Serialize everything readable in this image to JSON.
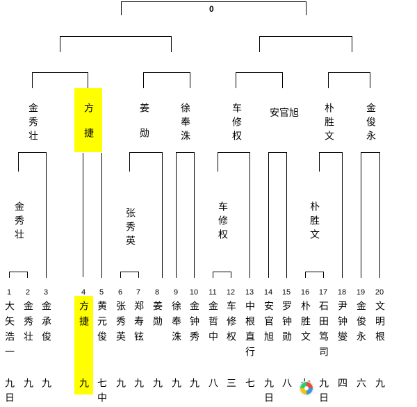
{
  "final": {
    "score": "0"
  },
  "round3": [
    {
      "name": "金秀壮"
    },
    {
      "name": "方捷"
    },
    {
      "name": "姜勋"
    },
    {
      "name": "徐奉洙"
    },
    {
      "name": "车修权"
    },
    {
      "name": "安官旭"
    },
    {
      "name": "朴胜文"
    },
    {
      "name": "金俊永"
    }
  ],
  "round2": [
    {
      "name": "金秀壮"
    },
    {
      "name": "张秀英"
    },
    {
      "name": "车修权"
    },
    {
      "name": "朴胜文"
    }
  ],
  "seeds": [
    "1",
    "2",
    "3",
    "4",
    "5",
    "6",
    "7",
    "8",
    "9",
    "10",
    "11",
    "12",
    "13",
    "14",
    "15",
    "16",
    "17",
    "18",
    "19",
    "20"
  ],
  "players": [
    "大矢浩一",
    "金秀壮",
    "金承俊",
    "方捷",
    "黄元俊",
    "张秀英",
    "郑寿铉",
    "姜勋",
    "徐奉洙",
    "金钟秀",
    "金哲中",
    "车修权",
    "中根直行",
    "安官旭",
    "罗钟勋",
    "朴胜文",
    "石田笃司",
    "尹钟燮",
    "金俊永",
    "文明根"
  ],
  "ranks": [
    "九日",
    "九",
    "九",
    "九",
    "七中",
    "九",
    "九",
    "九",
    "九",
    "九",
    "八",
    "三",
    "七",
    "九日",
    "八",
    "七",
    "九日",
    "四",
    "六",
    "九"
  ],
  "highlight_color": "#ffff00",
  "watermark_icon": "colorful-pinwheel-logo"
}
